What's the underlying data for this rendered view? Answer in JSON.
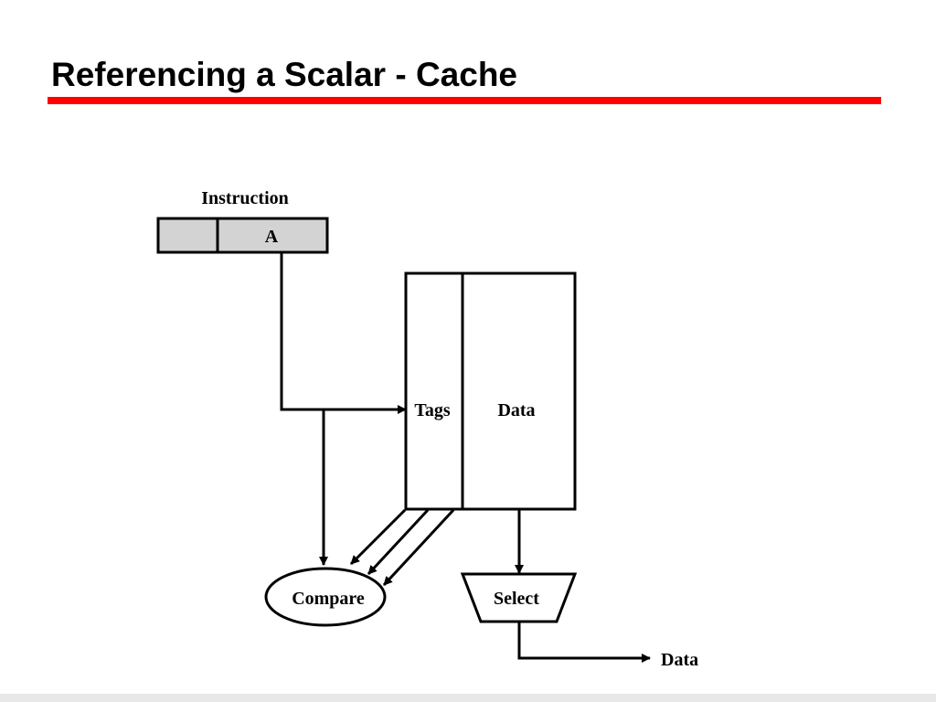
{
  "slide": {
    "title": "Referencing a Scalar - Cache",
    "accent_color": "#ff0000"
  },
  "diagram": {
    "instruction_label": "Instruction",
    "address_field": "A",
    "tags_label": "Tags",
    "data_column_label": "Data",
    "compare_label": "Compare",
    "select_label": "Select",
    "output_label": "Data",
    "register_fill": "#d3d3d3"
  }
}
